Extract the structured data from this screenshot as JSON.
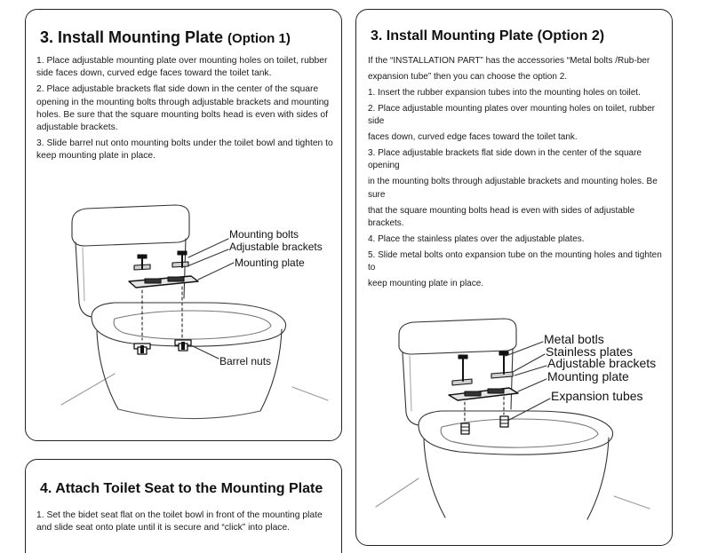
{
  "option1": {
    "title": "3. Install Mounting Plate",
    "title_suffix": "(Option 1)",
    "steps": [
      "1. Place adjustable mounting plate over mounting holes on toilet, rubber side faces down, curved edge faces toward the toilet tank.",
      "2. Place adjustable brackets flat side down in the center of the square opening in the mounting bolts through adjustable brackets and mounting holes. Be sure that the square mounting bolts head is even with sides of adjustable brackets.",
      "3. Slide barrel nut onto mounting bolts under the toilet bowl and tighten to keep mounting plate in place."
    ],
    "callouts": {
      "bolts": "Mounting bolts",
      "brackets": "Adjustable brackets",
      "plate": "Mounting plate",
      "nuts": "Barrel nuts"
    }
  },
  "option2": {
    "title": "3. Install Mounting Plate (Option 2)",
    "lines": [
      "If the “INSTALLATION PART” has the accessories “Metal bolts /Rub-ber",
      "expansion tube” then you can choose the option 2.",
      "1. Insert the rubber expansion tubes into the mounting holes on toilet.",
      "2. Place adjustable mounting plates over mounting holes on toilet, rubber side",
      "faces down, curved edge faces toward the toilet tank.",
      "3. Place adjustable brackets flat side down in the center of the square opening",
      "in the mounting bolts through adjustable brackets and mounting holes. Be sure",
      "that the square mounting bolts head is even with sides of adjustable brackets.",
      "4. Place the stainless plates over the adjustable plates.",
      "5. Slide metal bolts onto expansion tube on the mounting holes and tighten to",
      "keep mounting plate in place."
    ],
    "callouts": {
      "bolts": "Metal botls",
      "stainless": "Stainless plates",
      "brackets": "Adjustable brackets",
      "plate": "Mounting plate",
      "tubes": "Expansion tubes"
    }
  },
  "seat": {
    "title": "4. Attach Toilet Seat to the Mounting Plate",
    "steps": [
      "1. Set the bidet seat flat on the toilet bowl in front of the mounting plate and slide seat onto plate until it is secure and “click” into place."
    ]
  }
}
